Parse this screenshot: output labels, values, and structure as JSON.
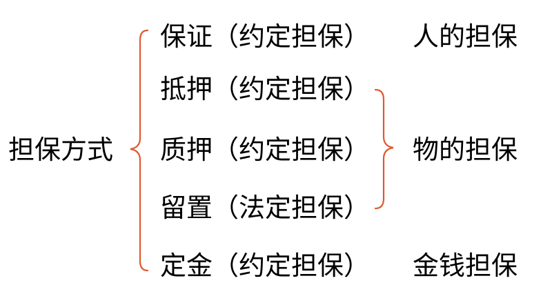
{
  "diagram": {
    "root": "担保方式",
    "items": [
      "保证（约定担保）",
      "抵押（约定担保）",
      "质押（约定担保）",
      "留置（法定担保）",
      "定金（约定担保）"
    ],
    "categories": [
      "人的担保",
      "物的担保",
      "金钱担保"
    ],
    "colors": {
      "brace": "#e0582f",
      "text": "#000000"
    }
  }
}
